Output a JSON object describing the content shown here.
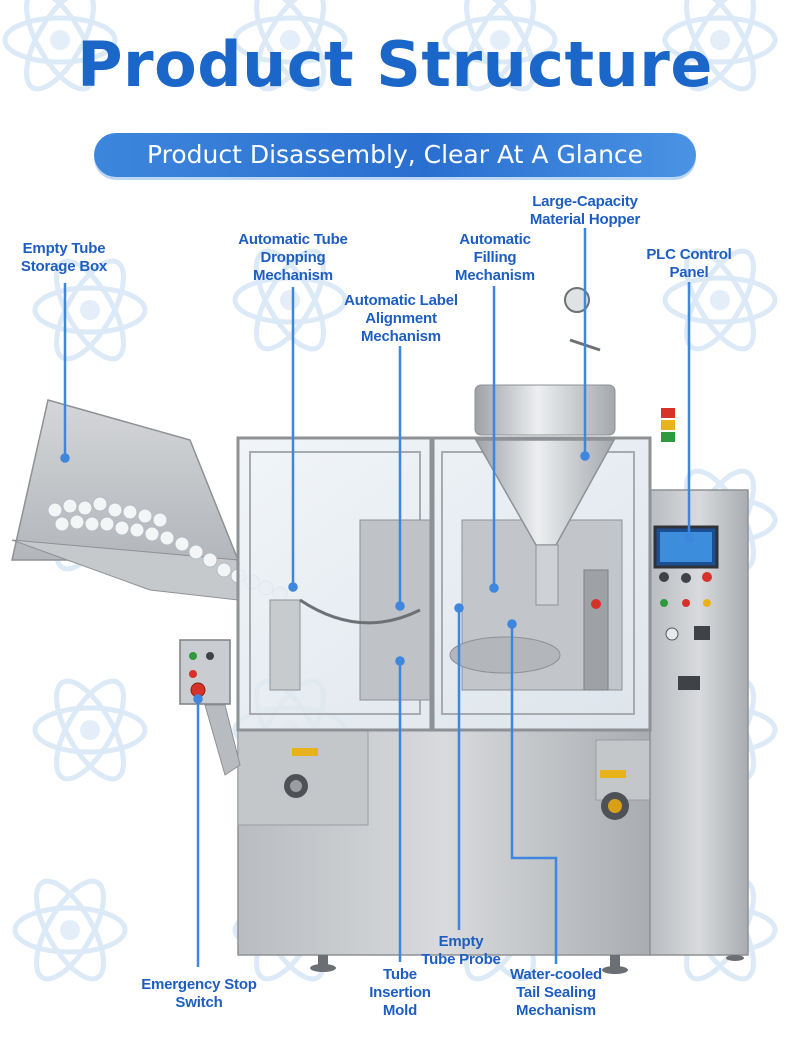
{
  "title": "Product Structure",
  "subtitle": "Product Disassembly, Clear At A Glance",
  "labels": {
    "empty_tube_storage_box": "Empty Tube\nStorage Box",
    "automatic_tube_dropping": "Automatic Tube\nDropping\nMechanism",
    "automatic_label_alignment": "Automatic Label\nAlignment\nMechanism",
    "automatic_filling": "Automatic\nFilling\nMechanism",
    "material_hopper": "Large-Capacity\nMaterial Hopper",
    "plc_control_panel": "PLC Control\nPanel",
    "emergency_stop_switch": "Emergency Stop\nSwitch",
    "tube_insertion_mold": "Tube\nInsertion\nMold",
    "empty_tube_probe": "Empty\nTube Probe",
    "tail_sealing": "Water-cooled\nTail Sealing\nMechanism"
  },
  "colors": {
    "title": "#1a66c9",
    "label": "#1e5ec0",
    "leader_line": "#3f86de",
    "pill": "#2a6fd0"
  }
}
